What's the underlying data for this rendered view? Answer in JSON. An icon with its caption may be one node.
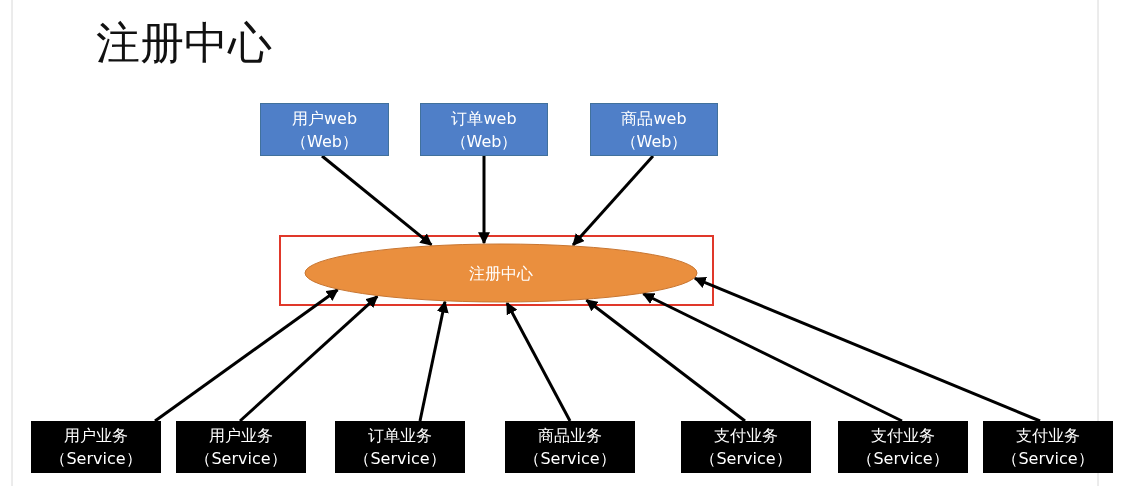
{
  "diagram": {
    "title": "注册中心",
    "nodes": [
      {
        "text": [
          "用户web",
          "（Web）"
        ]
      },
      {
        "text": [
          "订单web",
          "（Web）"
        ]
      },
      {
        "text": [
          "商品web",
          "（Web）"
        ]
      },
      {
        "text": [
          "注册中心"
        ]
      },
      {
        "text": [
          "用户业务",
          "（Service）"
        ]
      },
      {
        "text": [
          "用户业务",
          "（Service）"
        ]
      },
      {
        "text": [
          "订单业务",
          "（Service）"
        ]
      },
      {
        "text": [
          "商品业务",
          "（Service）"
        ]
      },
      {
        "text": [
          "支付业务",
          "（Service）"
        ]
      },
      {
        "text": [
          "支付业务",
          "（Service）"
        ]
      },
      {
        "text": [
          "支付业务",
          "（Service）"
        ]
      }
    ],
    "edges": [
      {
        "from": 0,
        "to": 3,
        "arrow": "to"
      },
      {
        "from": 1,
        "to": 3,
        "arrow": "to"
      },
      {
        "from": 2,
        "to": 3,
        "arrow": "to"
      },
      {
        "from": 4,
        "to": 3,
        "arrow": "to"
      },
      {
        "from": 5,
        "to": 3,
        "arrow": "to"
      },
      {
        "from": 6,
        "to": 3,
        "arrow": "to"
      },
      {
        "from": 7,
        "to": 3,
        "arrow": "to"
      },
      {
        "from": 8,
        "to": 3,
        "arrow": "to"
      },
      {
        "from": 9,
        "to": 3,
        "arrow": "to"
      },
      {
        "from": 10,
        "to": 3,
        "arrow": "to"
      }
    ]
  }
}
